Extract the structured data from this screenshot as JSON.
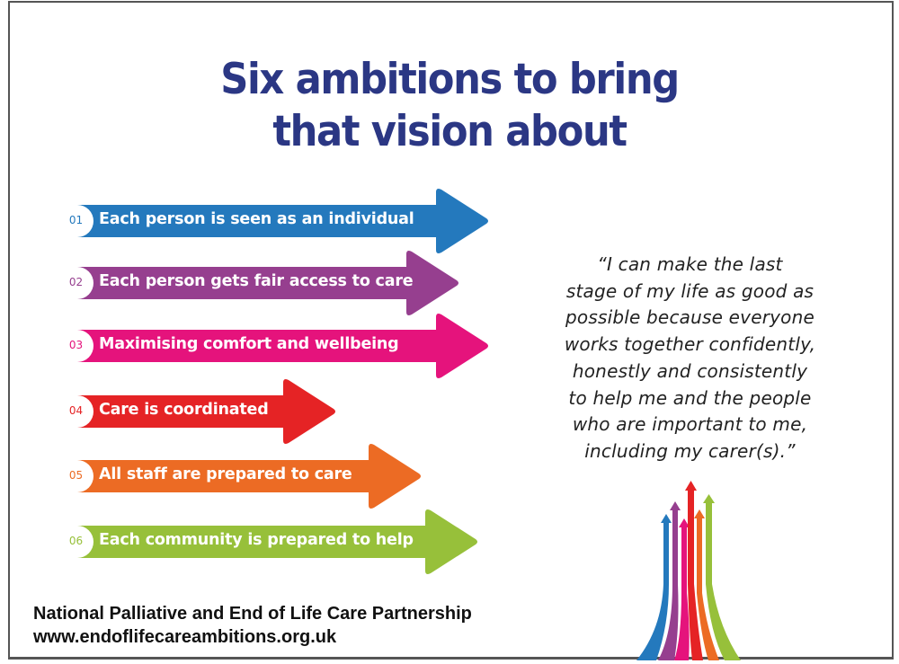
{
  "title": {
    "line1": "Six ambitions to bring",
    "line2": "that vision about",
    "color": "#2b3784"
  },
  "ambitions": [
    {
      "number": "01",
      "label": "Each person is seen as an individual",
      "color": "#2479bd"
    },
    {
      "number": "02",
      "label": "Each person gets fair access to care",
      "color": "#963f8f"
    },
    {
      "number": "03",
      "label": "Maximising comfort and wellbeing",
      "color": "#e5137c"
    },
    {
      "number": "04",
      "label": "Care is coordinated",
      "color": "#e52325"
    },
    {
      "number": "05",
      "label": "All staff are prepared to care",
      "color": "#ec6b24"
    },
    {
      "number": "06",
      "label": "Each community is prepared to help",
      "color": "#97c03a"
    }
  ],
  "quote": {
    "lines": [
      "“I can make the last",
      "stage of my life as good as",
      "possible because everyone",
      "works together confidently,",
      "honestly and consistently",
      "to help me and the people",
      "who are important to me,",
      "including my carer(s).”"
    ]
  },
  "footer": {
    "organisation": "National Palliative and End of Life Care Partnership",
    "website": "www.endoflifecareambitions.org.uk"
  },
  "logo": {
    "icon": "rising-arrows-logo-icon",
    "colors": [
      "#2479bd",
      "#963f8f",
      "#e5137c",
      "#e52325",
      "#ec6b24",
      "#97c03a"
    ]
  }
}
